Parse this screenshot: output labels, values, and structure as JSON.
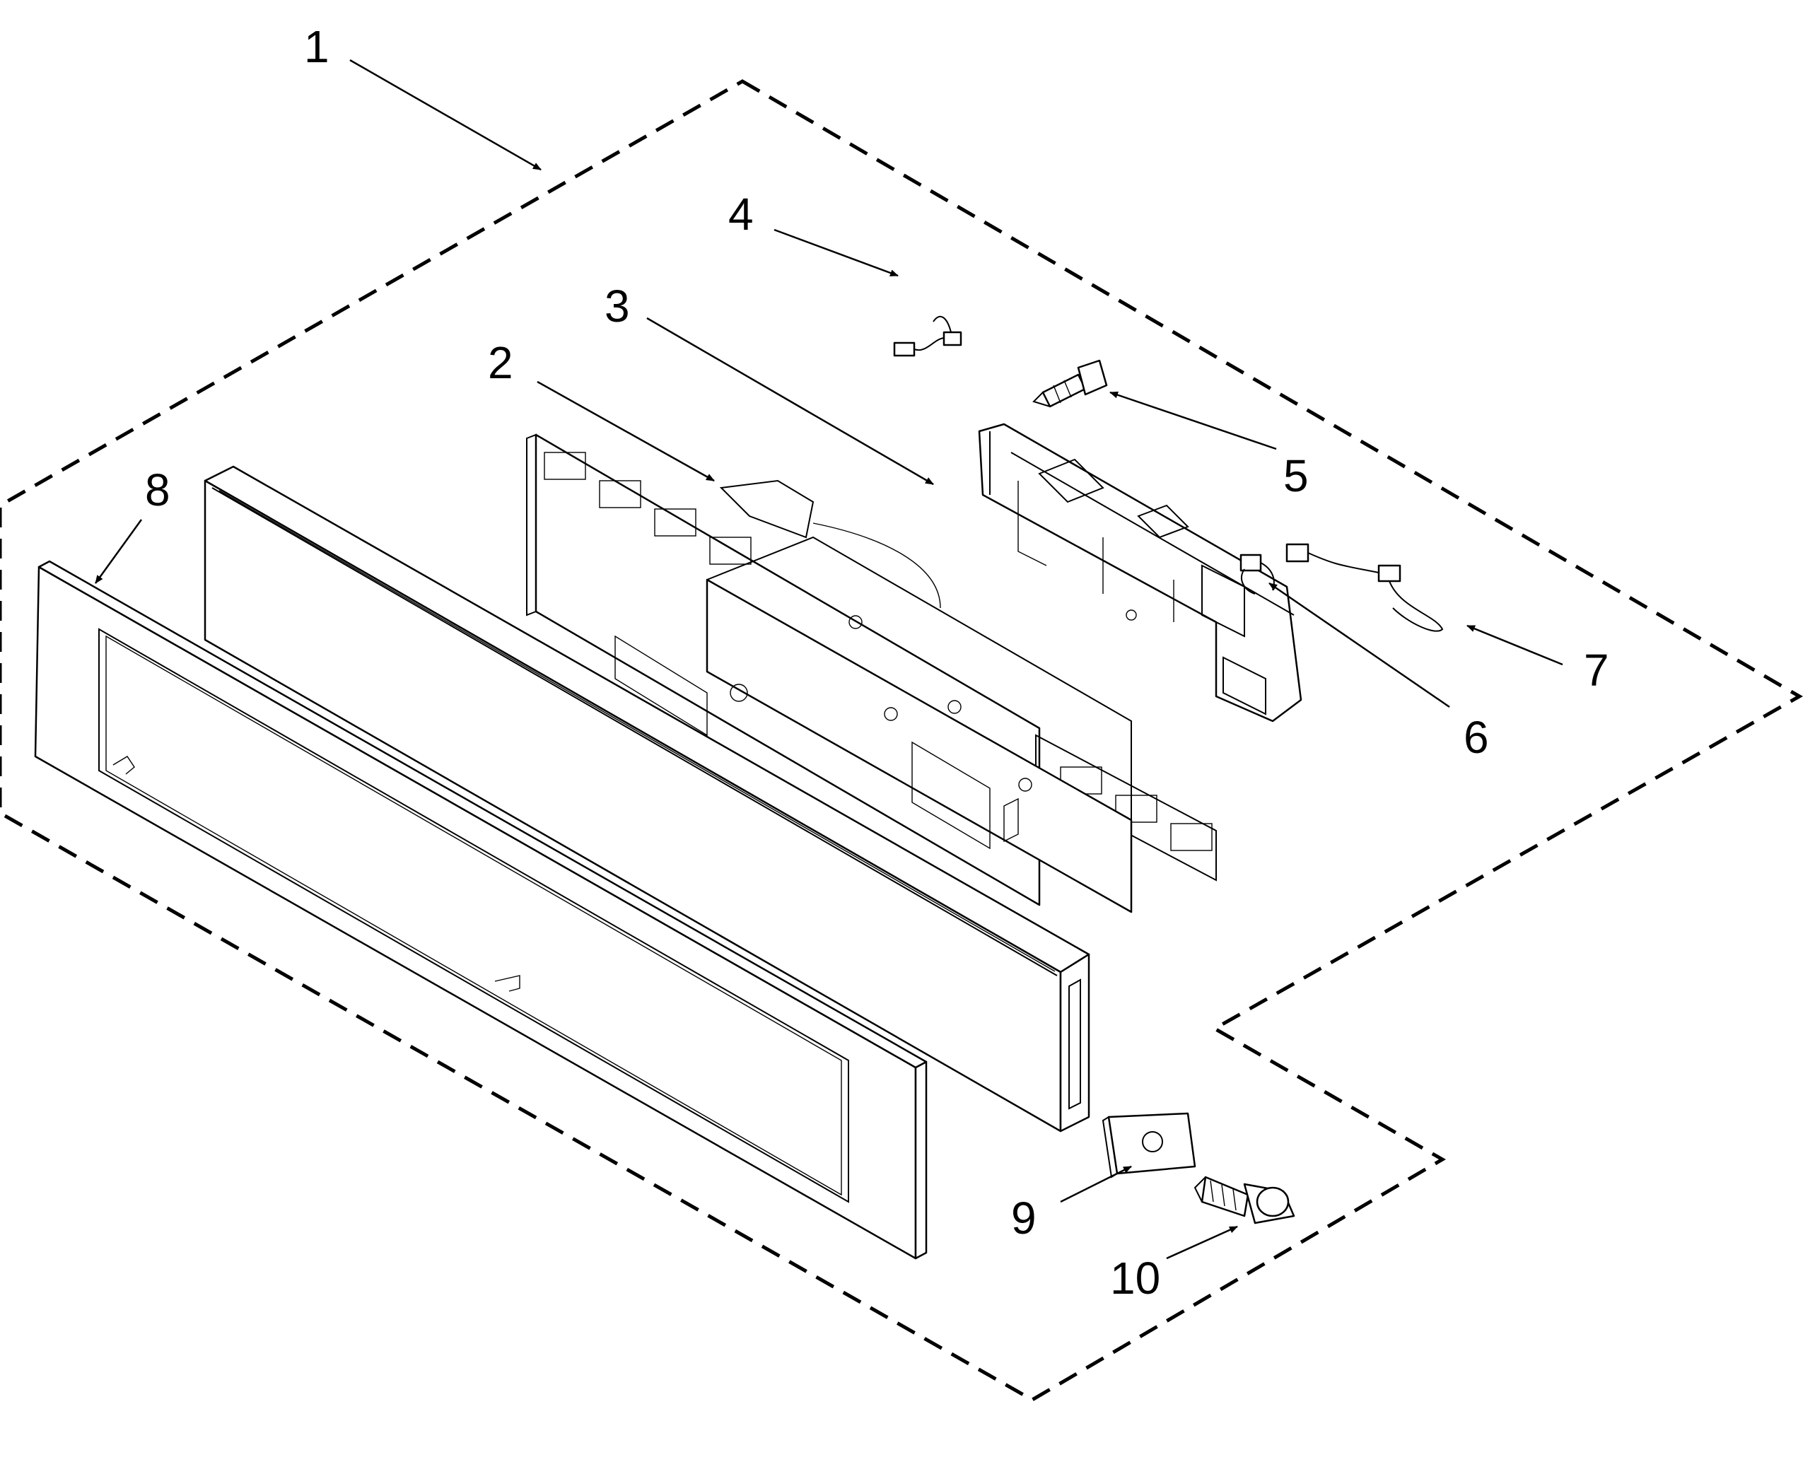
{
  "diagram": {
    "callouts": [
      {
        "id": "1",
        "label": "1"
      },
      {
        "id": "2",
        "label": "2"
      },
      {
        "id": "3",
        "label": "3"
      },
      {
        "id": "4",
        "label": "4"
      },
      {
        "id": "5",
        "label": "5"
      },
      {
        "id": "6",
        "label": "6"
      },
      {
        "id": "7",
        "label": "7"
      },
      {
        "id": "8",
        "label": "8"
      },
      {
        "id": "9",
        "label": "9"
      },
      {
        "id": "10",
        "label": "10"
      }
    ],
    "line_color": "#000000",
    "background_color": "#ffffff"
  }
}
